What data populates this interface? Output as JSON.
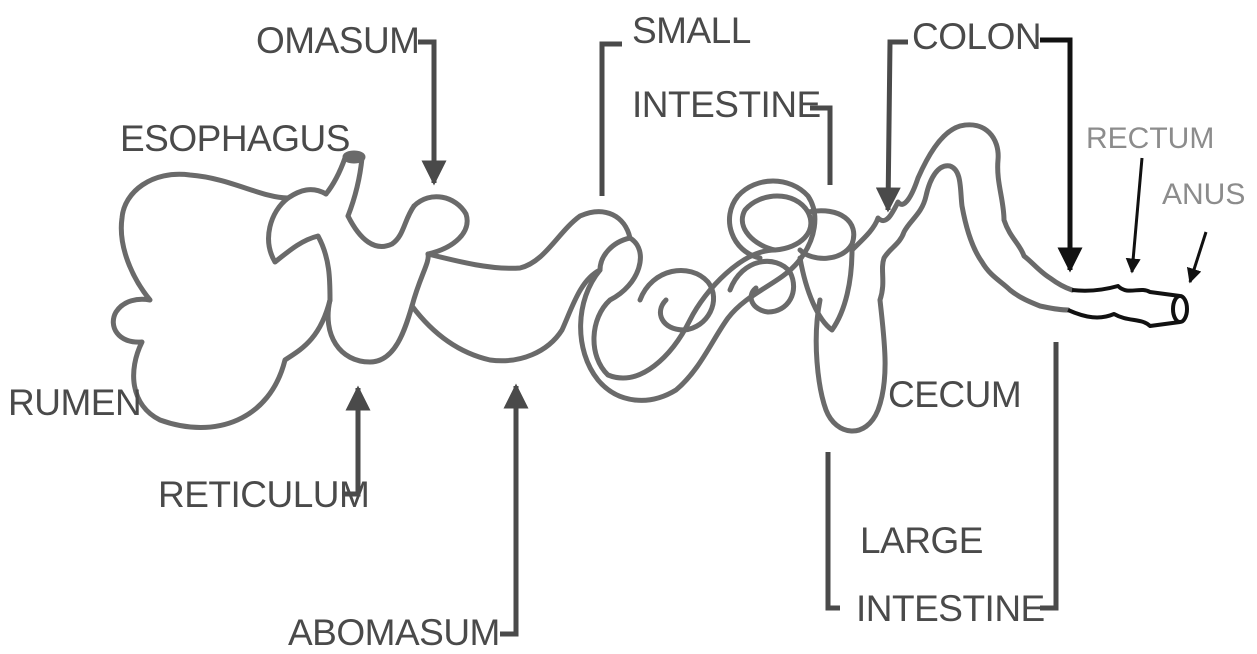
{
  "diagram": {
    "labels": {
      "omasum": "OMASUM",
      "small_intestine_line1": "SMALL",
      "small_intestine_line2": "INTESTINE",
      "colon": "COLON",
      "esophagus": "ESOPHAGUS",
      "rectum": "RECTUM",
      "anus": "ANUS",
      "rumen": "RUMEN",
      "cecum": "CECUM",
      "reticulum": "RETICULUM",
      "large_intestine_line1": "LARGE",
      "large_intestine_line2": "INTESTINE",
      "abomasum": "ABOMASUM"
    },
    "colors": {
      "organ_outline": "#6a6a6a",
      "label_text": "#4a4a4a",
      "label_text_light": "#8c8c8c",
      "dark_leader": "#111111",
      "background": "#ffffff"
    }
  }
}
